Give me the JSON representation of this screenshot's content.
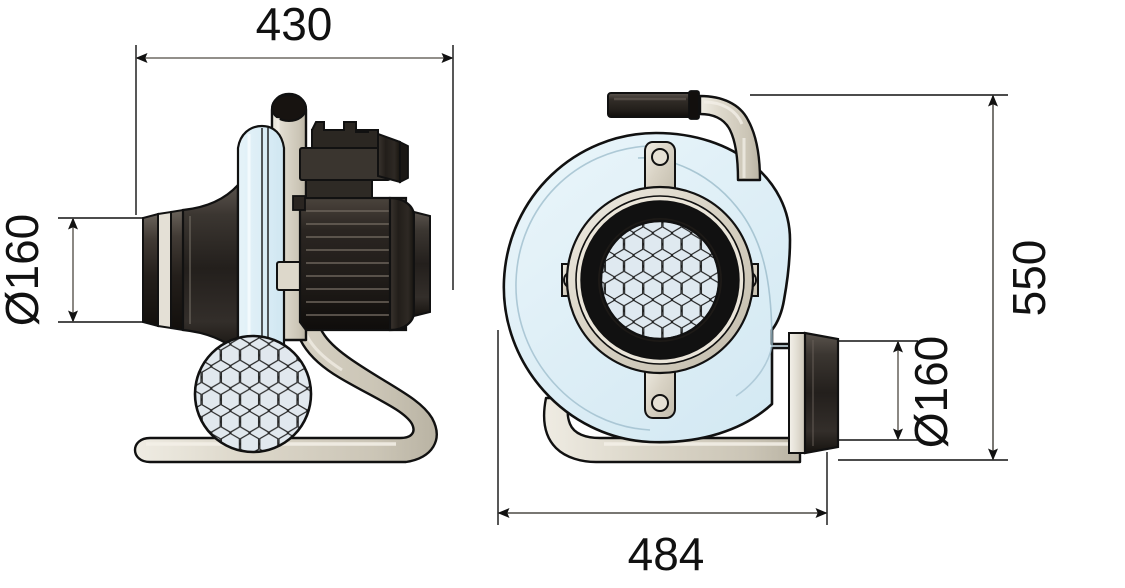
{
  "drawing": {
    "title": "Centrifugal blower dimensional drawing",
    "units": "mm",
    "background_color": "#ffffff",
    "line_color": "#111111",
    "housing_color": "#dfeef5",
    "housing_shade_color": "#eef7fb",
    "frame_color": "#cfc9bb",
    "frame_light_color": "#e2ded3",
    "dark_part_color": "#2b2724",
    "mesh_color": "#dde7ee"
  },
  "dimensions": {
    "width_top": {
      "label": "430",
      "name": "overall-width-side-view"
    },
    "inlet_left": {
      "label": "Ø160",
      "name": "inlet-diameter-side-view"
    },
    "outlet_right": {
      "label": "Ø160",
      "name": "outlet-diameter-front-view"
    },
    "height_right": {
      "label": "550",
      "name": "overall-height"
    },
    "width_bottom": {
      "label": "484",
      "name": "overall-width-front-view"
    }
  },
  "views": {
    "side_view": {
      "name": "side-elevation",
      "parts": [
        "inlet-cone",
        "housing-body",
        "electric-motor",
        "terminal-box",
        "carry-handle",
        "tubular-stand",
        "honeycomb-grille"
      ]
    },
    "front_view": {
      "name": "front-elevation",
      "parts": [
        "scroll-housing",
        "inlet-ring",
        "honeycomb-grille",
        "mounting-lugs",
        "outlet-flange",
        "carry-handle",
        "handle-grip",
        "tubular-stand"
      ]
    }
  }
}
